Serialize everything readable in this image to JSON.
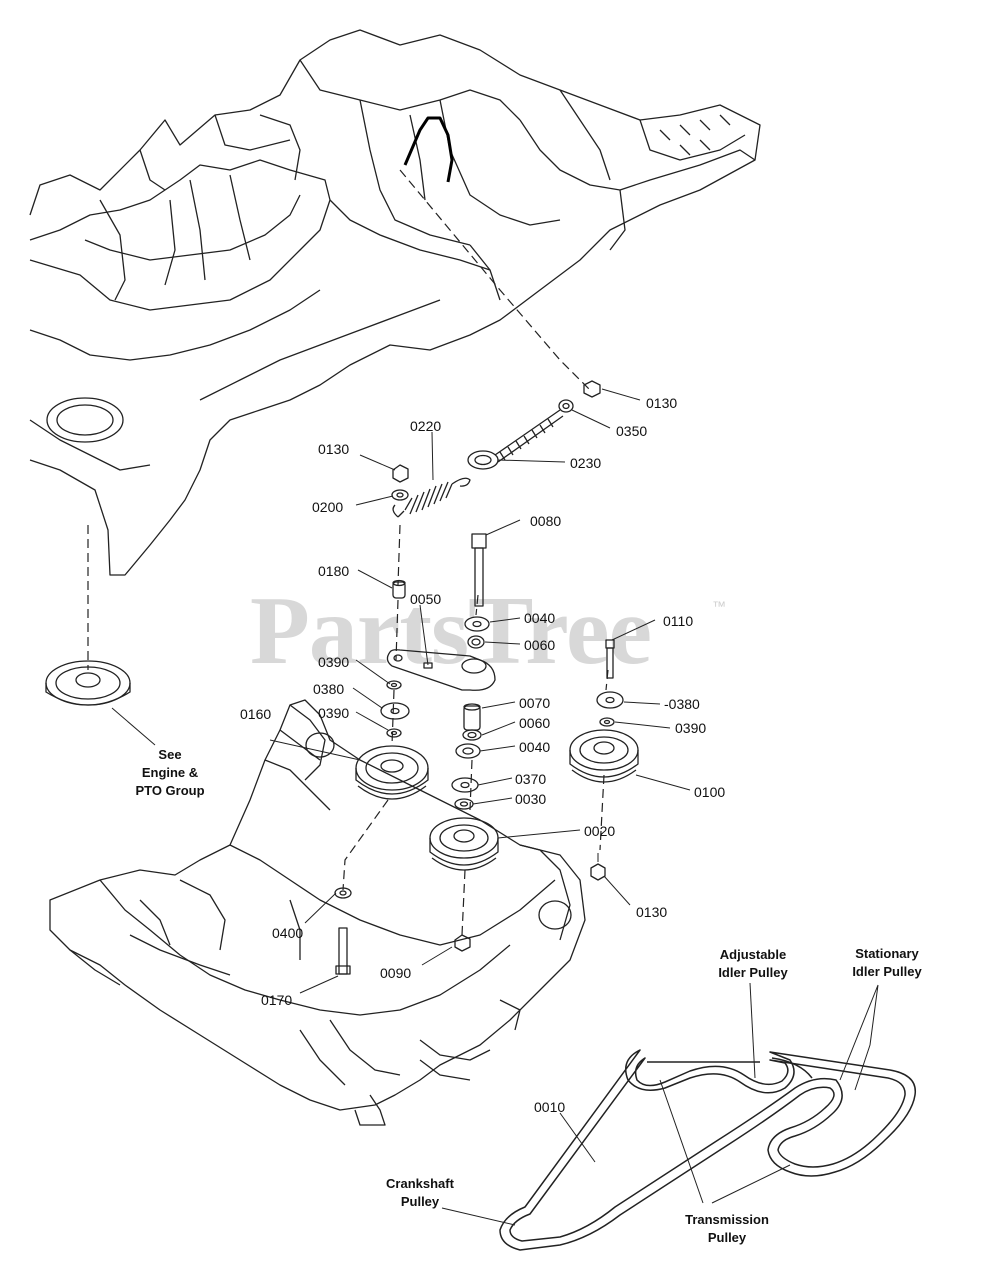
{
  "watermark": {
    "text": "PartsTree",
    "trademark": "™"
  },
  "part_labels": {
    "p0130_top": "0130",
    "p0350": "0350",
    "p0220": "0220",
    "p0130_left": "0130",
    "p0230": "0230",
    "p0200": "0200",
    "p0080": "0080",
    "p0180": "0180",
    "p0050": "0050",
    "p0040_top": "0040",
    "p0060_top": "0060",
    "p0110": "0110",
    "p0390_a": "0390",
    "p0380_left": "0380",
    "p0070": "0070",
    "p0380_right": "-0380",
    "p0160": "0160",
    "p0390_b": "0390",
    "p0060_mid": "0060",
    "p0390_right": "0390",
    "p0040_mid": "0040",
    "p0370": "0370",
    "p0030": "0030",
    "p0100": "0100",
    "p0020": "0020",
    "p0130_right": "0130",
    "p0400": "0400",
    "p0090": "0090",
    "p0170": "0170",
    "p0010": "0010"
  },
  "callouts": {
    "see_engine": [
      "See",
      "Engine &",
      "PTO Group"
    ],
    "adjustable_idler": [
      "Adjustable",
      "Idler Pulley"
    ],
    "stationary_idler": [
      "Stationary",
      "Idler Pulley"
    ],
    "crankshaft": [
      "Crankshaft",
      "Pulley"
    ],
    "transmission": [
      "Transmission",
      "Pulley"
    ]
  }
}
